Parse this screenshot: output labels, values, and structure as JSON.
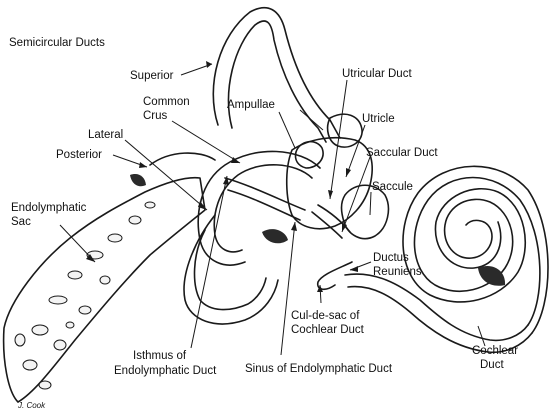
{
  "title": "Semicircular Ducts",
  "labels": {
    "superior": "Superior",
    "common_crus_1": "Common",
    "common_crus_2": "Crus",
    "lateral": "Lateral",
    "posterior": "Posterior",
    "endolymphatic_sac_1": "Endolymphatic",
    "endolymphatic_sac_2": "Sac",
    "ampullae": "Ampullae",
    "utricular_duct": "Utricular Duct",
    "utricle": "Utricle",
    "saccular_duct": "Saccular Duct",
    "saccule": "Saccule",
    "ductus_reuniens_1": "Ductus",
    "ductus_reuniens_2": "Reuniens",
    "cul_de_sac_1": "Cul-de-sac of",
    "cul_de_sac_2": "Cochlear Duct",
    "isthmus_1": "Isthmus of",
    "isthmus_2": "Endolymphatic Duct",
    "sinus": "Sinus of Endolymphatic Duct",
    "cochlear_duct_1": "Cochlear",
    "cochlear_duct_2": "Duct",
    "signature": "J. Cook"
  }
}
